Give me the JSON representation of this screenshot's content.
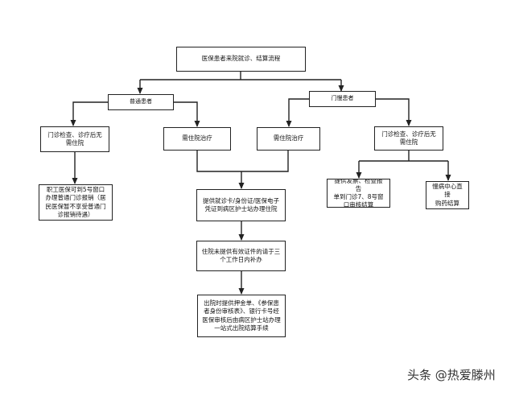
{
  "nodes": {
    "root": "医保患者来院就诊、结算流程",
    "general": "普通患者",
    "chronic": "门慢患者",
    "general_outpatient": "门诊检查、诊疗后无\n需住院",
    "general_inpatient": "需住院治疗",
    "chronic_inpatient": "需住院治疗",
    "chronic_outpatient": "门诊检查、诊疗后无\n需住院",
    "employee_reimburse": "职工医保可到5号窗口\n办理普通门诊报销（居\n民医保暂不享受普通门\n诊报销待遇）",
    "admission": "提供就诊卡/身份证/医保电子\n凭证到病区护士站办理住院",
    "docs_within_3days": "住院未提供有效证件的请于三\n个工作日内补办",
    "discharge": "出院时提供押金单、《参保患\n者身份审核表》、银行卡号经\n医保审核后由病区护士站办理\n一站式出院结算手续",
    "invoice_settle": "提供发票、检查报告\n单到门诊7、8号窗\n口审核结算",
    "chronic_center": "慢病中心直接\n购药结算"
  },
  "watermark": "头条 @热爱滕州",
  "colors": {
    "line": "#222222",
    "border": "#222222",
    "text": "#111111"
  }
}
